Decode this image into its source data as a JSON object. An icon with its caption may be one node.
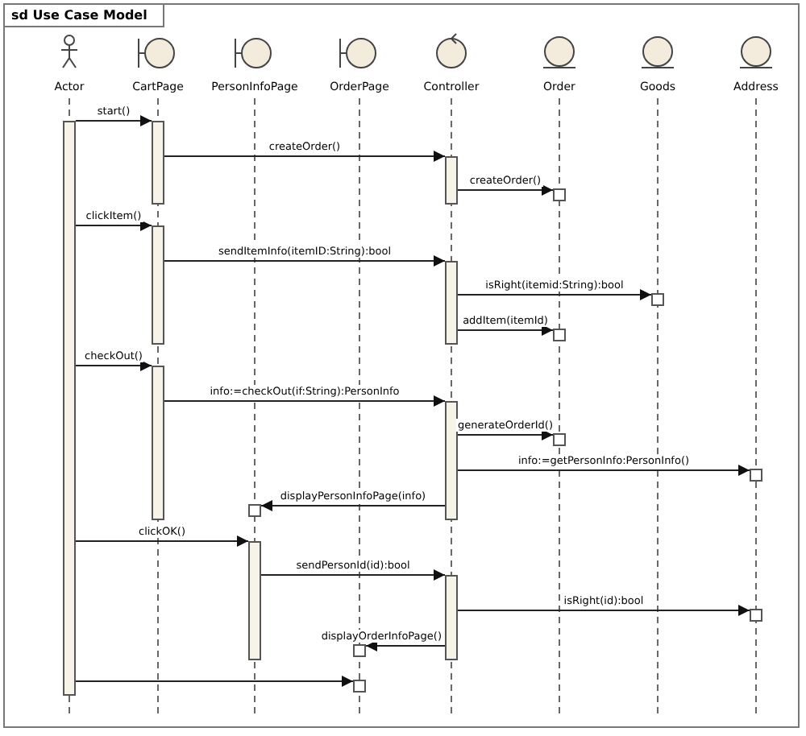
{
  "diagram": {
    "title": "sd Use Case Model",
    "nodes": [
      {
        "text": [
          "Actor"
        ]
      },
      {
        "text": [
          "CartPage"
        ]
      },
      {
        "text": [
          "PersonInfoPage"
        ]
      },
      {
        "text": [
          "OrderPage"
        ]
      },
      {
        "text": [
          "Controller"
        ]
      },
      {
        "text": [
          "Order"
        ]
      },
      {
        "text": [
          "Goods"
        ]
      },
      {
        "text": [
          "Address"
        ]
      },
      {
        "text": [],
        "shape": "bar",
        "in": 0
      },
      {
        "text": [],
        "shape": "bar",
        "in": 1
      },
      {
        "text": [],
        "shape": "bar",
        "in": 1
      },
      {
        "text": [],
        "shape": "bar",
        "in": 1
      },
      {
        "text": [],
        "shape": "bar",
        "in": 4
      },
      {
        "text": [],
        "shape": "bar",
        "in": 4
      },
      {
        "text": [],
        "shape": "bar",
        "in": 4
      },
      {
        "text": [],
        "shape": "bar",
        "in": 4
      },
      {
        "text": [],
        "shape": "bar",
        "in": 2
      },
      {
        "text": [],
        "shape": "box",
        "in": 5
      },
      {
        "text": [],
        "shape": "box",
        "in": 6
      },
      {
        "text": [],
        "shape": "box",
        "in": 5
      },
      {
        "text": [],
        "shape": "box",
        "in": 5
      },
      {
        "text": [],
        "shape": "box",
        "in": 7
      },
      {
        "text": [],
        "shape": "box",
        "in": 2
      },
      {
        "text": [],
        "shape": "box",
        "in": 7
      },
      {
        "text": [],
        "shape": "box",
        "in": 3
      },
      {
        "text": [],
        "shape": "box",
        "in": 3
      }
    ],
    "edges": [
      {
        "from": 8,
        "to": 9,
        "arrow": "to",
        "label": "start()"
      },
      {
        "from": 9,
        "to": 12,
        "arrow": "to",
        "label": "createOrder()"
      },
      {
        "from": 12,
        "to": 17,
        "arrow": "to",
        "label": "createOrder()"
      },
      {
        "from": 8,
        "to": 10,
        "arrow": "to",
        "label": "clickItem()"
      },
      {
        "from": 10,
        "to": 13,
        "arrow": "to",
        "label": "sendItemInfo(itemID:String):bool"
      },
      {
        "from": 13,
        "to": 18,
        "arrow": "to",
        "label": "isRight(itemid:String):bool"
      },
      {
        "from": 13,
        "to": 19,
        "arrow": "to",
        "label": "addItem(itemId)"
      },
      {
        "from": 8,
        "to": 11,
        "arrow": "to",
        "label": "checkOut()"
      },
      {
        "from": 11,
        "to": 14,
        "arrow": "to",
        "label": "info:=checkOut(if:String):PersonInfo"
      },
      {
        "from": 14,
        "to": 20,
        "arrow": "to",
        "label": "generateOrderId()"
      },
      {
        "from": 14,
        "to": 21,
        "arrow": "to",
        "label": "info:=getPersonInfo:PersonInfo()"
      },
      {
        "from": 14,
        "to": 22,
        "arrow": "to",
        "label": "displayPersonInfoPage(info)"
      },
      {
        "from": 8,
        "to": 16,
        "arrow": "to",
        "label": "clickOK()"
      },
      {
        "from": 16,
        "to": 15,
        "arrow": "to",
        "label": "sendPersonId(id):bool"
      },
      {
        "from": 15,
        "to": 23,
        "arrow": "to",
        "label": "isRight(id):bool"
      },
      {
        "from": 15,
        "to": 24,
        "arrow": "to",
        "label": "displayOrderInfoPage()"
      },
      {
        "from": 8,
        "to": 25,
        "arrow": "to"
      }
    ]
  }
}
